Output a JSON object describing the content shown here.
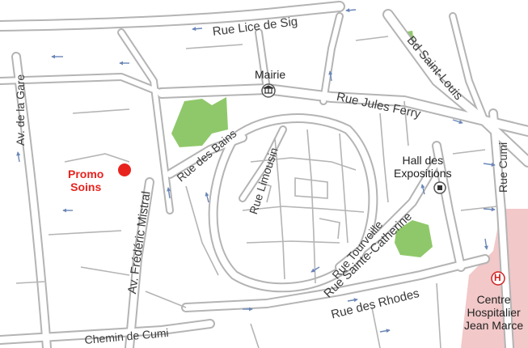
{
  "map": {
    "streets": {
      "rue_lice": "Rue Lice de Sig",
      "bd_saint_louis": "Bd Saint-Louis",
      "rue_jules_ferry": "Rue Jules Ferry",
      "av_gare": "Av. de la Gare",
      "rue_des_bains": "Rue des Bains",
      "rue_limousin": "Rue Limousin",
      "av_mistral": "Av. Frédéric Mistral",
      "rue_tourville": "Rue Tourveille",
      "rue_sainte_catherine": "Rue Sainte-Catherine",
      "rue_des_rhodes": "Rue des Rhodes",
      "chemin_cumi": "Chemin de Cumi",
      "rue_cumi": "Rue Cumi"
    },
    "pois": {
      "mairie": "Mairie",
      "hall_line1": "Hall des",
      "hall_line2": "Expositions",
      "promo_line1": "Promo",
      "promo_line2": "Soins",
      "hospital_line1": "Centre",
      "hospital_line2": "Hospitalier",
      "hospital_line3": "Jean Marce",
      "hospital_symbol": "H"
    },
    "colors": {
      "road_casing": "#b4b4b4",
      "road_fill": "#ffffff",
      "park": "#8fc86a",
      "hospital": "#f2c8c8",
      "marker": "#e8231e"
    },
    "icons": [
      "mairie-icon",
      "expo-icon",
      "hospital-icon",
      "location-marker-icon",
      "one-way-arrow-icon"
    ]
  }
}
